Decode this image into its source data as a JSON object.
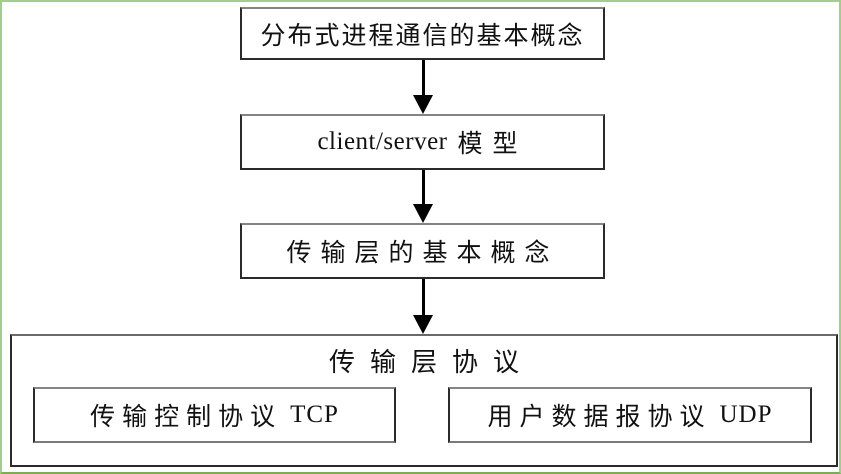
{
  "flow": {
    "nodes": [
      {
        "label": "分布式进程通信的基本概念"
      },
      {
        "label_en": "client/server",
        "label_zh": "模型"
      },
      {
        "label": "传输层的基本概念"
      }
    ],
    "group": {
      "title": "传输层协议",
      "children": [
        {
          "label_zh": "传输控制协议",
          "label_en": "TCP"
        },
        {
          "label_zh": "用户数据报协议",
          "label_en": "UDP"
        }
      ]
    }
  },
  "colors": {
    "background": "#ffffff",
    "text": "#111111",
    "frame_border": "#a6cb8e",
    "frame_border_bottom": "#79ae57",
    "box_border": "#2b2b2b",
    "box_border_top": "#848484",
    "arrow": "#000000"
  }
}
